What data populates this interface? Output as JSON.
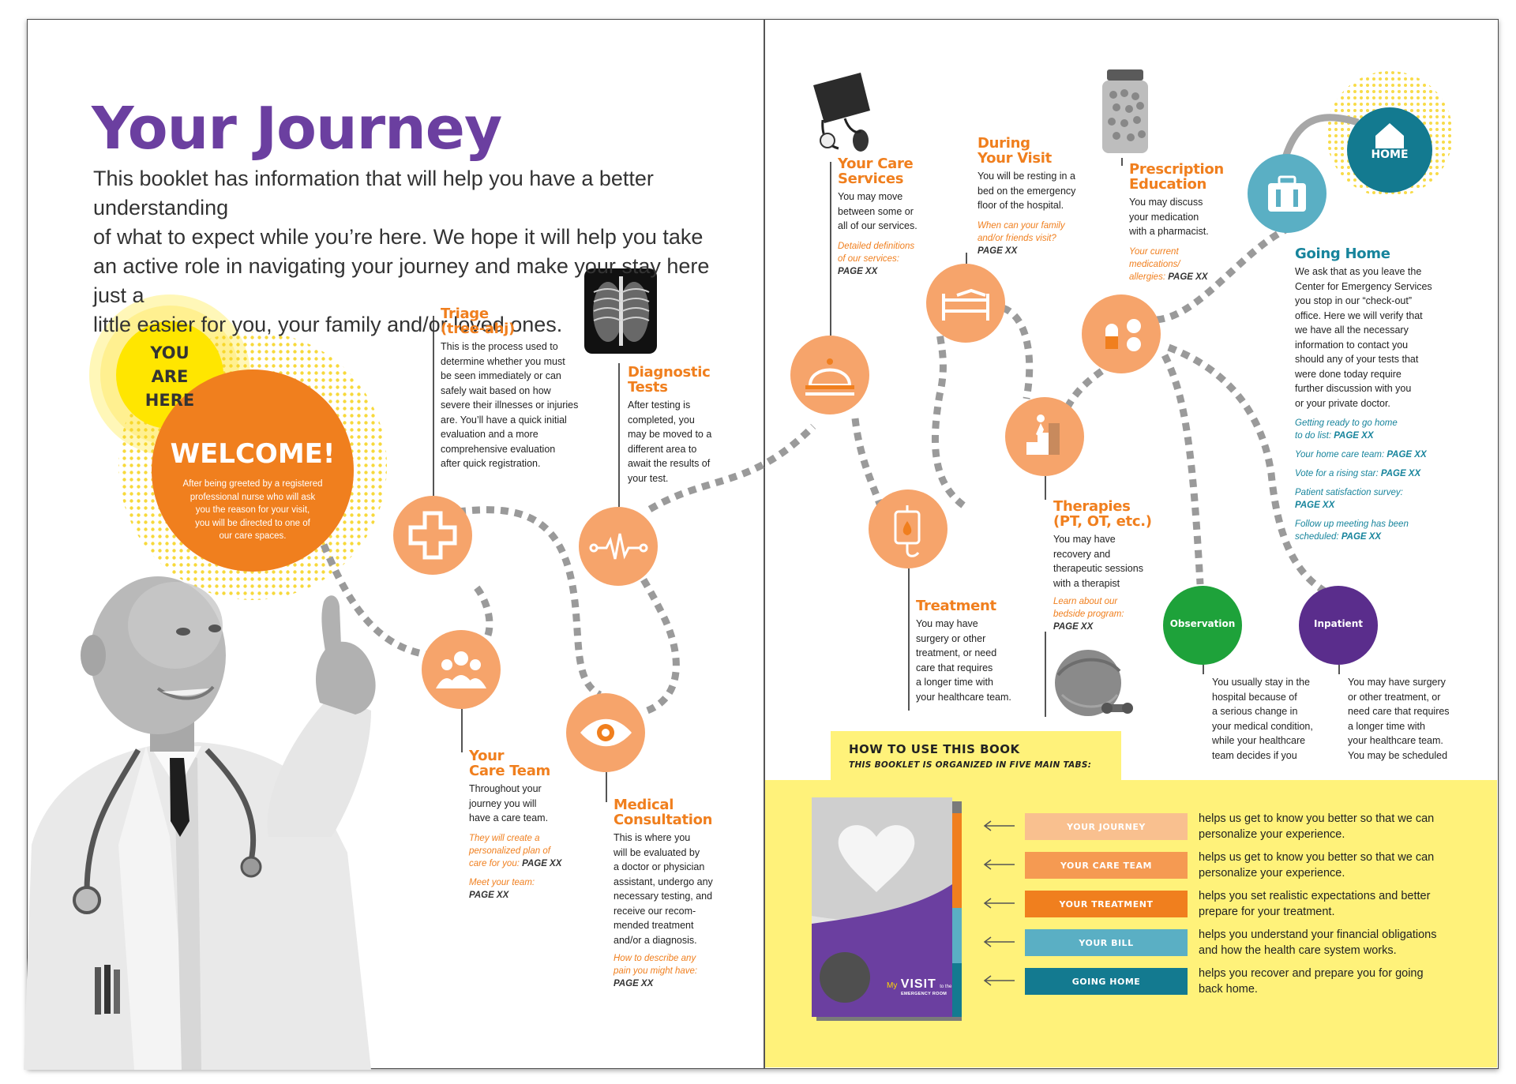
{
  "title": "Your Journey",
  "intro": [
    "This booklet has information that will help you have a better understanding",
    "of what to expect while you’re here. We hope it will help you take",
    "an active role in navigating your journey and make your stay here just a",
    "little easier for you, your family and/or loved ones."
  ],
  "you_are_here": [
    "YOU",
    "ARE",
    "HERE"
  ],
  "welcome": {
    "title": "WELCOME!",
    "lines": [
      "After being greeted by a registered",
      "professional nurse who will ask",
      "you the reason for your visit,",
      "you will be directed to one of",
      "our care spaces."
    ]
  },
  "steps": {
    "triage": {
      "title": [
        "Triage",
        "(tree-ahj)"
      ],
      "body": [
        "This is the process used to",
        "determine whether you must",
        "be seen immediately or can",
        "safely wait based on how",
        "severe their illnesses or injuries",
        "are. You’ll have a quick initial",
        "evaluation and a more",
        "comprehensive evaluation",
        "after quick registration."
      ]
    },
    "diagnostic": {
      "title": [
        "Diagnostic",
        "Tests"
      ],
      "body": [
        "After testing is",
        "completed, you",
        "may be moved to a",
        "different area to",
        "await the results of",
        "your test."
      ]
    },
    "care_team": {
      "title": [
        "Your",
        "Care Team"
      ],
      "body": [
        "Throughout your",
        "journey you will",
        "have a care team."
      ],
      "links": [
        {
          "text": [
            "They will create a",
            "personalized plan of",
            "care for you: "
          ],
          "page": "PAGE XX"
        },
        {
          "text": [
            "Meet your team:"
          ],
          "page": "PAGE XX"
        }
      ]
    },
    "medical": {
      "title": [
        "Medical",
        "Consultation"
      ],
      "body": [
        "This is where you",
        "will be evaluated by",
        "a doctor or physician",
        "assistant, undergo any",
        "necessary testing, and",
        "receive our recom-",
        "mended treatment",
        "and/or a diagnosis."
      ],
      "links": [
        {
          "text": [
            "How to describe any",
            "pain you might have:"
          ],
          "page": "PAGE XX"
        }
      ]
    },
    "care_services": {
      "title": [
        "Your Care",
        "Services"
      ],
      "body": [
        "You may move",
        "between some or",
        "all of our services."
      ],
      "links": [
        {
          "text": [
            "Detailed definitions",
            "of our services:"
          ],
          "page": "PAGE XX"
        }
      ]
    },
    "during": {
      "title": [
        "During",
        "Your Visit"
      ],
      "body": [
        "You will be resting in a",
        "bed on the emergency",
        "floor of the hospital."
      ],
      "links": [
        {
          "text": [
            "When can your family",
            "and/or friends visit?"
          ],
          "page": "PAGE XX"
        }
      ]
    },
    "prescription": {
      "title": [
        "Prescription",
        "Education"
      ],
      "body": [
        "You may discuss",
        "your medication",
        "with a pharmacist."
      ],
      "links": [
        {
          "text": [
            "Your current",
            "medications/",
            "allergies: "
          ],
          "page": "PAGE XX"
        }
      ]
    },
    "treatment": {
      "title": [
        "Treatment"
      ],
      "body": [
        "You may have",
        "surgery or other",
        "treatment, or need",
        "care that requires",
        "a longer time with",
        "your healthcare team."
      ]
    },
    "therapies": {
      "title": [
        "Therapies",
        "(PT, OT, etc.)"
      ],
      "body": [
        "You may have",
        "recovery and",
        "therapeutic sessions",
        "with a therapist"
      ],
      "links": [
        {
          "text": [
            "Learn about our",
            "bedside program:"
          ],
          "page": "PAGE XX"
        }
      ]
    },
    "observation": {
      "label": "Observation",
      "body": [
        "You usually stay in the",
        "hospital because of",
        "a serious change in",
        "your medical condition,",
        "while your healthcare",
        "team decides if you"
      ]
    },
    "inpatient": {
      "label": "Inpatient",
      "body": [
        "You may have surgery",
        "or other treatment, or",
        "need care that requires",
        "a longer time with",
        "your healthcare team.",
        "You may be scheduled"
      ]
    },
    "home": {
      "label": "HOME"
    },
    "going_home": {
      "title": [
        "Going Home"
      ],
      "body": [
        "We ask that as you leave the",
        "Center for Emergency Services",
        "you stop in our “check-out”",
        "office. Here we will verify that",
        "we have all the necessary",
        "information to contact you",
        "should any of your tests that",
        "were done today require",
        "further discussion with you",
        "or your private doctor."
      ],
      "links": [
        {
          "text": [
            "Getting ready to go home",
            "to do list: "
          ],
          "page": "PAGE XX"
        },
        {
          "text": [
            "Your home care team: "
          ],
          "page": "PAGE XX"
        },
        {
          "text": [
            "Vote for a rising star: "
          ],
          "page": "PAGE XX"
        },
        {
          "text": [
            "Patient satisfaction survey:"
          ],
          "page": "PAGE XX"
        },
        {
          "text": [
            "Follow up meeting has been",
            "scheduled: "
          ],
          "page": "PAGE XX"
        }
      ]
    }
  },
  "how_to": {
    "heading": "HOW TO USE THIS BOOK",
    "subheading": "THIS BOOKLET IS ORGANIZED IN FIVE MAIN TABS:",
    "book_cover": {
      "my": "My",
      "visit": "VISIT",
      "to_the": "to the",
      "er": "EMERGENCY ROOM"
    },
    "tabs": [
      {
        "label": "YOUR JOURNEY",
        "color": "#f9c08f",
        "desc": [
          "helps us get to know you better so that we can",
          "personalize your experience."
        ]
      },
      {
        "label": "YOUR CARE TEAM",
        "color": "#f59a52",
        "desc": [
          "helps us get to know you better so that we can",
          "personalize your experience."
        ]
      },
      {
        "label": "YOUR TREATMENT",
        "color": "#f07f1e",
        "desc": [
          "helps you set realistic expectations and better",
          "prepare for your treatment."
        ]
      },
      {
        "label": "YOUR BILL",
        "color": "#5aafc4",
        "desc": [
          "helps you understand your financial obligations",
          "and how the health care system works."
        ]
      },
      {
        "label": "GOING HOME",
        "color": "#137a90",
        "desc": [
          "helps you recover and prepare you for going",
          "back home."
        ]
      }
    ]
  },
  "colors": {
    "purple": "#6b3fa0",
    "orange": "#f07f1e",
    "node": "#f6a46b",
    "teal": "#17849c",
    "yellow": "#fff27a",
    "green": "#1ea23a",
    "inpatient": "#5a2d8c",
    "path": "#9a9a9a"
  }
}
